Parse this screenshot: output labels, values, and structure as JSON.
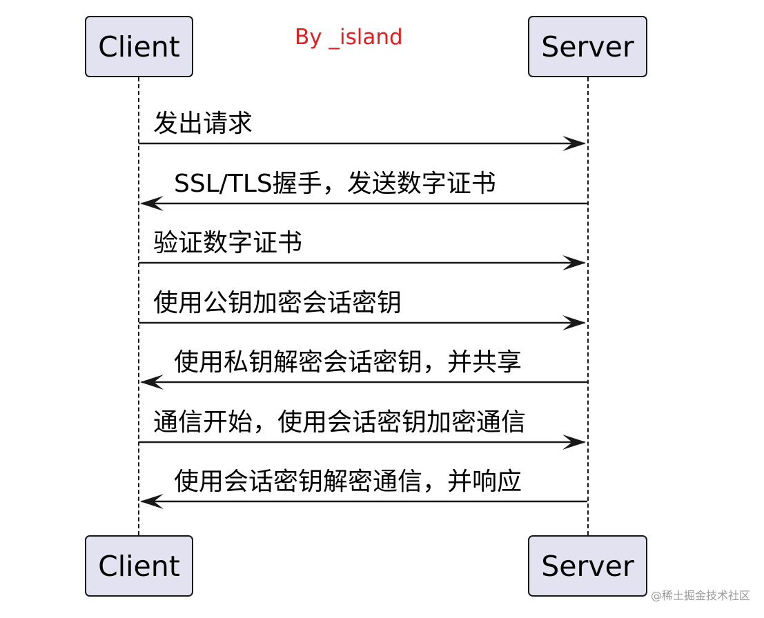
{
  "participants": {
    "client": "Client",
    "server": "Server"
  },
  "credit": "By _island",
  "messages": [
    {
      "from": "client",
      "to": "server",
      "text": "发出请求"
    },
    {
      "from": "server",
      "to": "client",
      "text": "SSL/TLS握手，发送数字证书"
    },
    {
      "from": "client",
      "to": "server",
      "text": "验证数字证书"
    },
    {
      "from": "client",
      "to": "server",
      "text": "使用公钥加密会话密钥"
    },
    {
      "from": "server",
      "to": "client",
      "text": "使用私钥解密会话密钥，并共享"
    },
    {
      "from": "client",
      "to": "server",
      "text": "通信开始，使用会话密钥加密通信"
    },
    {
      "from": "server",
      "to": "client",
      "text": "使用会话密钥解密通信，并响应"
    }
  ],
  "watermark": "@稀土掘金技术社区",
  "colors": {
    "participant_fill": "#e2e2f0",
    "line": "#181818",
    "credit": "#e02020"
  }
}
